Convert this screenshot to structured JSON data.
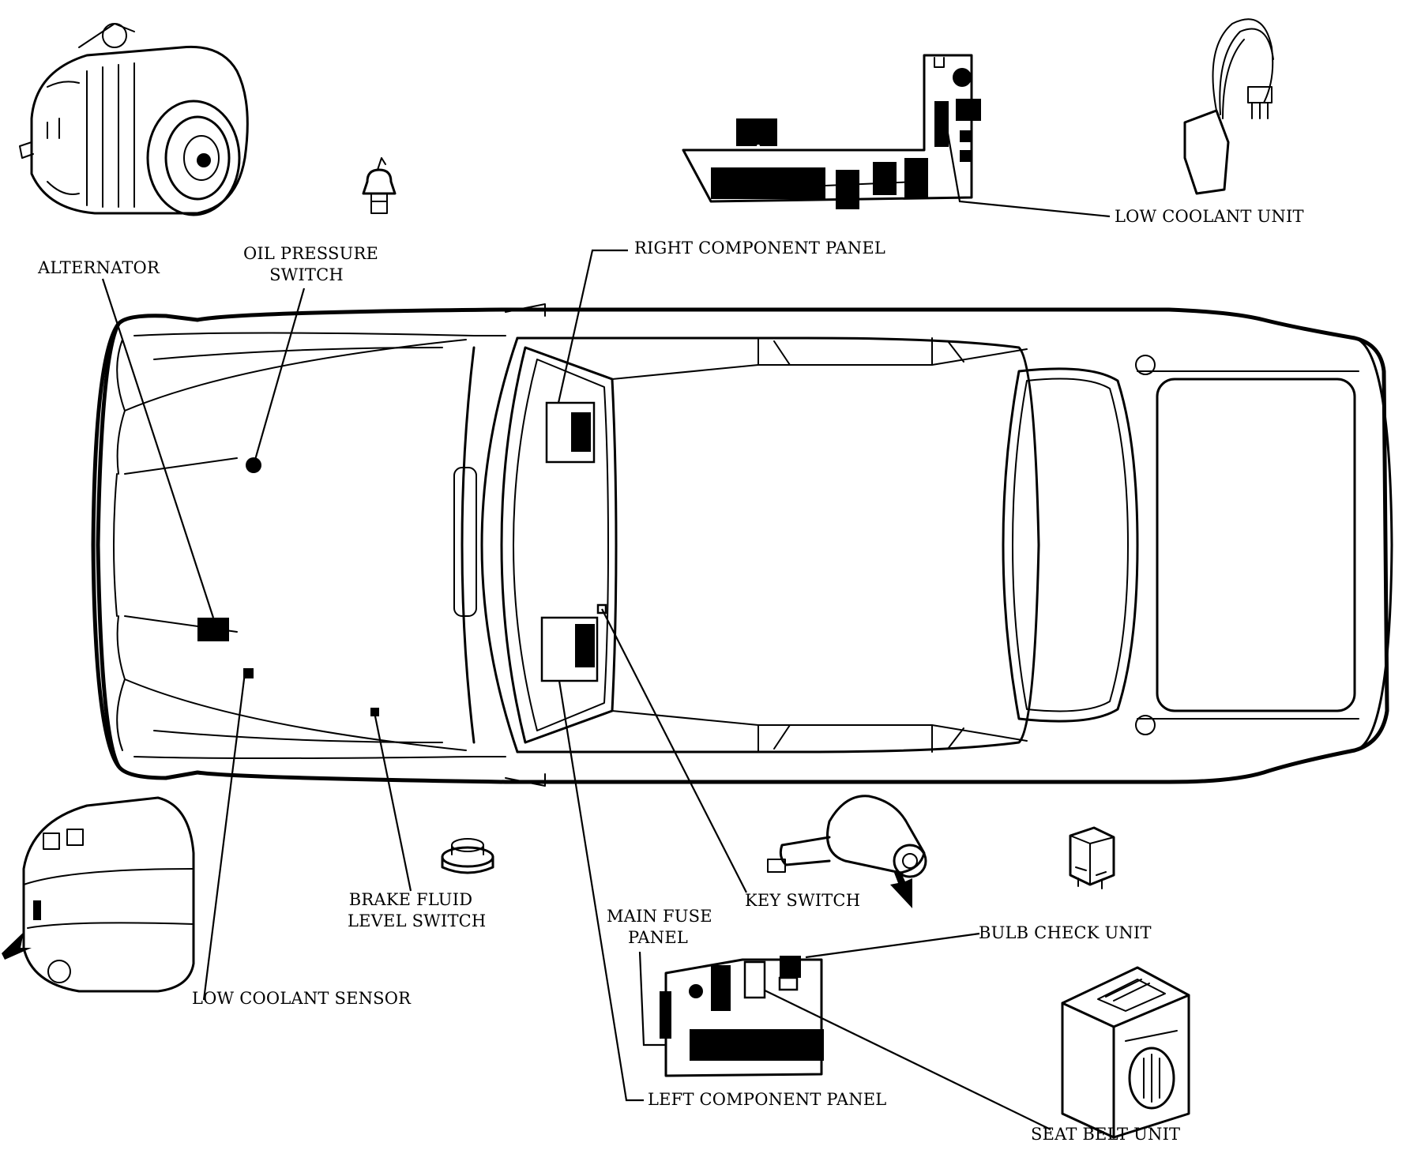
{
  "labels": {
    "alternator": "ALTERNATOR",
    "oil_pressure_switch_line1": "OIL PRESSURE",
    "oil_pressure_switch_line2": "SWITCH",
    "right_component_panel": "RIGHT COMPONENT PANEL",
    "low_coolant_unit": "LOW COOLANT UNIT",
    "brake_fluid_line1": "BRAKE FLUID",
    "brake_fluid_line2": "LEVEL SWITCH",
    "key_switch": "KEY SWITCH",
    "main_fuse_line1": "MAIN FUSE",
    "main_fuse_line2": "PANEL",
    "bulb_check_unit": "BULB CHECK UNIT",
    "low_coolant_sensor": "LOW COOLANT SENSOR",
    "left_component_panel": "LEFT COMPONENT PANEL",
    "seat_belt_unit": "SEAT BELT UNIT"
  }
}
